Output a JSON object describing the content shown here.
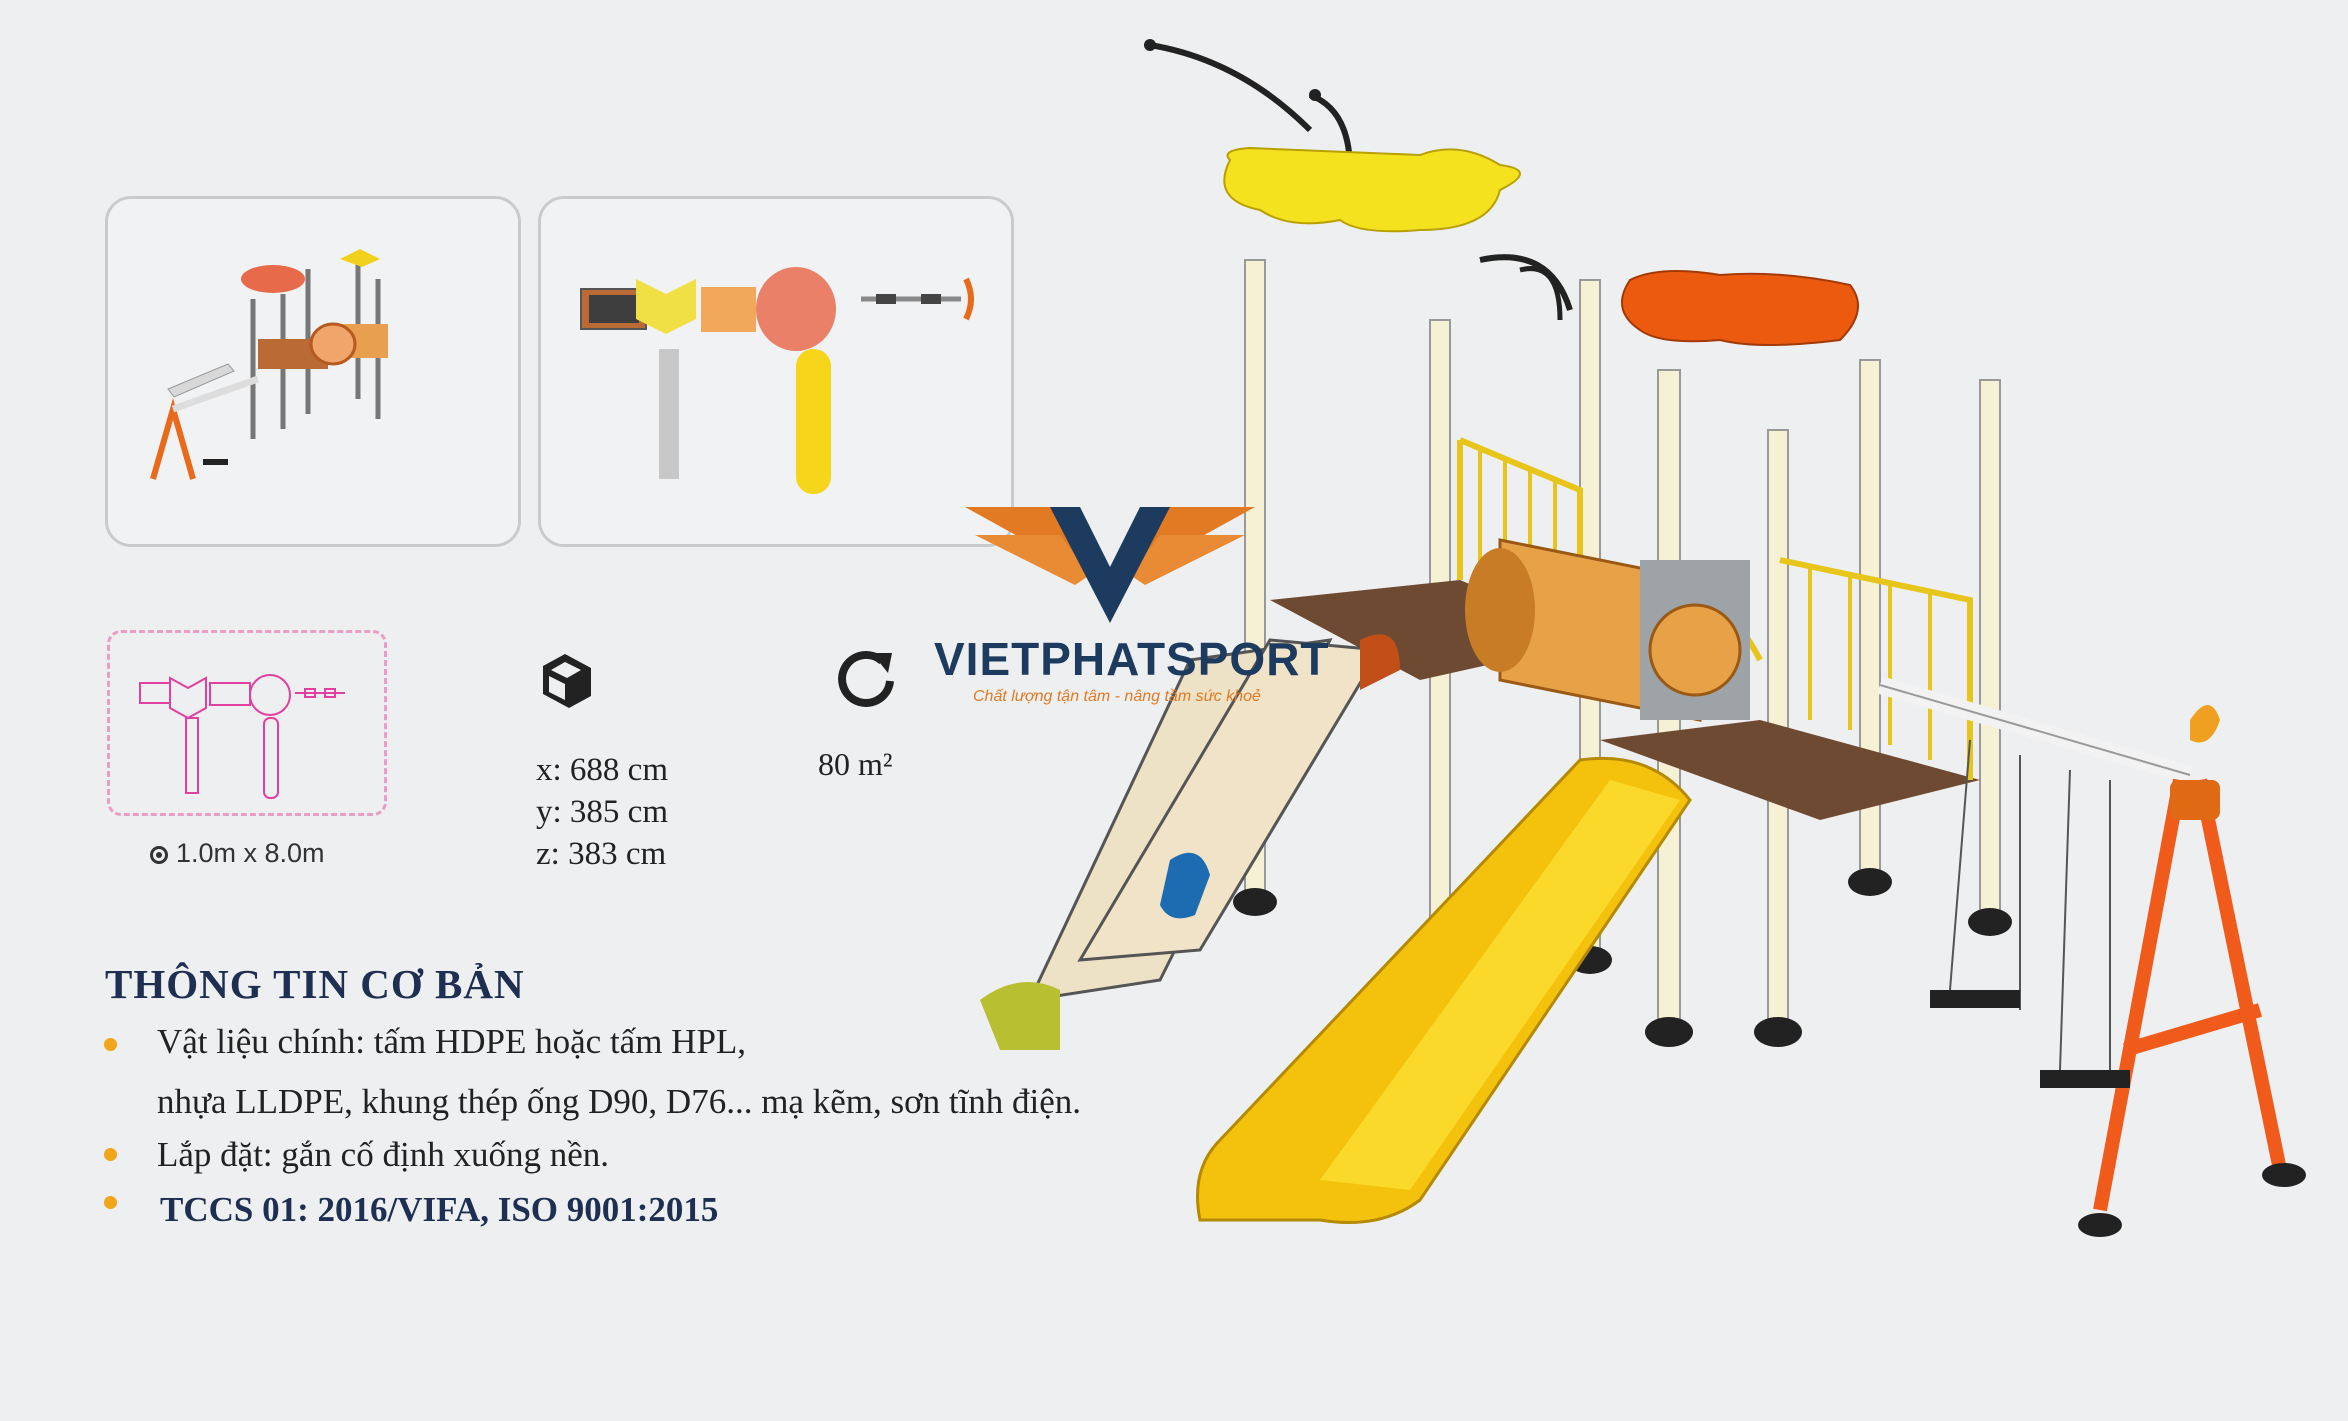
{
  "dimensions": {
    "area_caption": "1.0m x 8.0m",
    "x": "x: 688 cm",
    "y": "y: 385 cm",
    "z": "z: 383 cm",
    "area": "80 m²"
  },
  "brand": {
    "name": "VIETPHATSPORT",
    "slogan": "Chất lượng tận tâm - nâng tầm sức khoẻ"
  },
  "info": {
    "title": "THÔNG TIN CƠ BẢN",
    "material_line1": "Vật liệu chính: tấm HDPE hoặc tấm HPL,",
    "material_line2": "nhựa LLDPE, khung thép ống D90, D76... mạ kẽm, sơn tĩnh điện.",
    "install": "Lắp đặt: gắn cố định xuống nền.",
    "standards": "TCCS 01: 2016/VIFA, ISO 9001:2015"
  },
  "icons": {
    "area": "target-icon",
    "dimensions": "box-3d-icon",
    "rotate": "rotate-icon"
  },
  "colors": {
    "brand_orange": "#e27a23",
    "brand_navy": "#1d3a5f",
    "bullet": "#f0a51a",
    "title": "#1f2f52",
    "plan_pink": "#e040a0"
  }
}
